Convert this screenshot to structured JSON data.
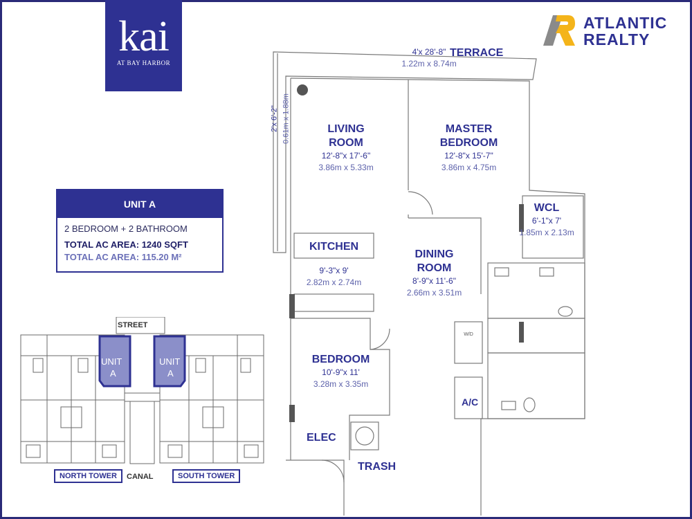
{
  "brand": {
    "project_word": "kai",
    "project_sub": "AT BAY HARBOR",
    "realty_line1": "ATLANTIC",
    "realty_line2": "REALTY",
    "colors": {
      "navy": "#2e3192",
      "gold": "#f4b41a",
      "grey": "#8a8a8a"
    }
  },
  "unit": {
    "title": "UNIT A",
    "bedbath": "2 BEDROOM + 2 BATHROOM",
    "area_sqft": "TOTAL AC AREA: 1240 SQFT",
    "area_m2": "TOTAL AC AREA: 115.20 M²"
  },
  "key_plan": {
    "street": "STREET",
    "canal": "CANAL",
    "north_tower": "NORTH TOWER",
    "south_tower": "SOUTH TOWER",
    "unit_left_1": "UNIT",
    "unit_left_2": "A",
    "unit_right_1": "UNIT",
    "unit_right_2": "A"
  },
  "rooms": {
    "terrace": {
      "name": "TERRACE",
      "dim_imperial": "4'x 28'-8\"",
      "dim_metric": "1.22m x 8.74m"
    },
    "side_terrace": {
      "dim_imperial": "2'x 6'-2\"",
      "dim_metric": "0.61m x 1.88m"
    },
    "living": {
      "name1": "LIVING",
      "name2": "ROOM",
      "dim_imperial": "12'-8\"x 17'-6\"",
      "dim_metric": "3.86m x 5.33m"
    },
    "master": {
      "name1": "MASTER",
      "name2": "BEDROOM",
      "dim_imperial": "12'-8\"x 15'-7\"",
      "dim_metric": "3.86m x 4.75m"
    },
    "wcl": {
      "name": "WCL",
      "dim_imperial": "6'-1\"x 7'",
      "dim_metric": "1.85m x 2.13m"
    },
    "kitchen": {
      "name": "KITCHEN",
      "dim_imperial": "9'-3\"x 9'",
      "dim_metric": "2.82m x 2.74m"
    },
    "dining": {
      "name1": "DINING",
      "name2": "ROOM",
      "dim_imperial": "8'-9\"x 11'-6\"",
      "dim_metric": "2.66m x 3.51m"
    },
    "bedroom": {
      "name": "BEDROOM",
      "dim_imperial": "10'-9\"x 11'",
      "dim_metric": "3.28m x 3.35m"
    },
    "ac": {
      "name": "A/C"
    },
    "elec": {
      "name": "ELEC"
    },
    "trash": {
      "name": "TRASH"
    },
    "wd": {
      "name": "W/D"
    }
  }
}
